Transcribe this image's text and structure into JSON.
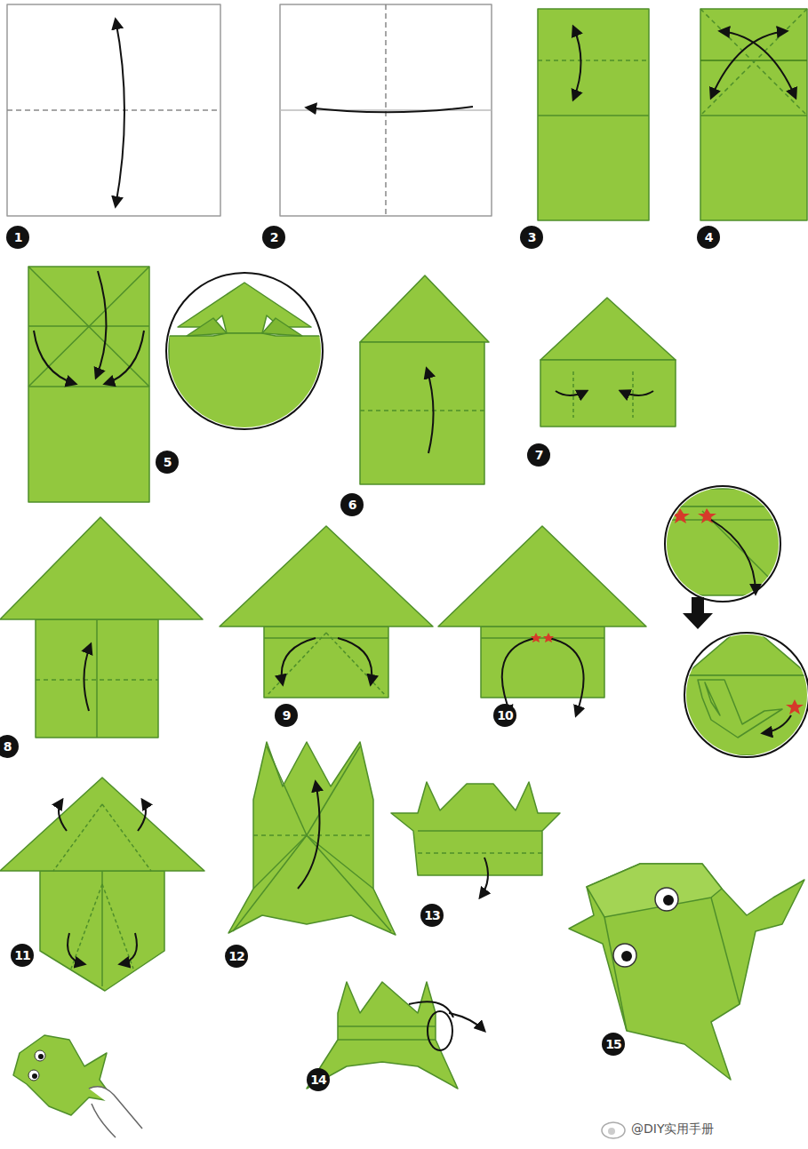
{
  "diagram": {
    "labels": [
      "1",
      "2",
      "3",
      "4",
      "5",
      "6",
      "7",
      "8",
      "9",
      "10",
      "11",
      "12",
      "13",
      "14",
      "15",
      "@DIY实用手册"
    ]
  }
}
